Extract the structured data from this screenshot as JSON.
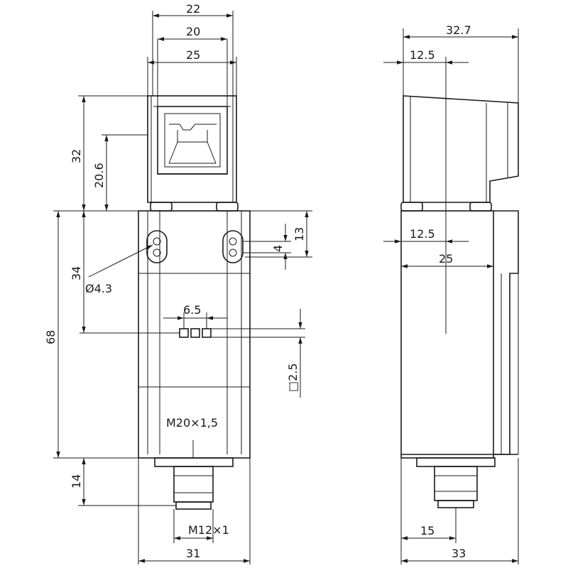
{
  "drawing": {
    "front_view": {
      "dims": {
        "width_22": "22",
        "width_20": "20",
        "width_25": "25",
        "height_32": "32",
        "height_20_6": "20.6",
        "height_68": "68",
        "height_34": "34",
        "hole_dia": "Ø4.3",
        "pitch_6_5": "6.5",
        "height_13": "13",
        "slot_4": "4",
        "square_2_5": "□2.5",
        "thread_m20": "M20×1,5",
        "height_14": "14",
        "thread_m12": "M12×1",
        "width_31": "31"
      }
    },
    "side_view": {
      "dims": {
        "width_32_7": "32.7",
        "offset_12_5_top": "12.5",
        "offset_12_5_mid": "12.5",
        "width_25": "25",
        "offset_15": "15",
        "width_33": "33"
      }
    }
  }
}
